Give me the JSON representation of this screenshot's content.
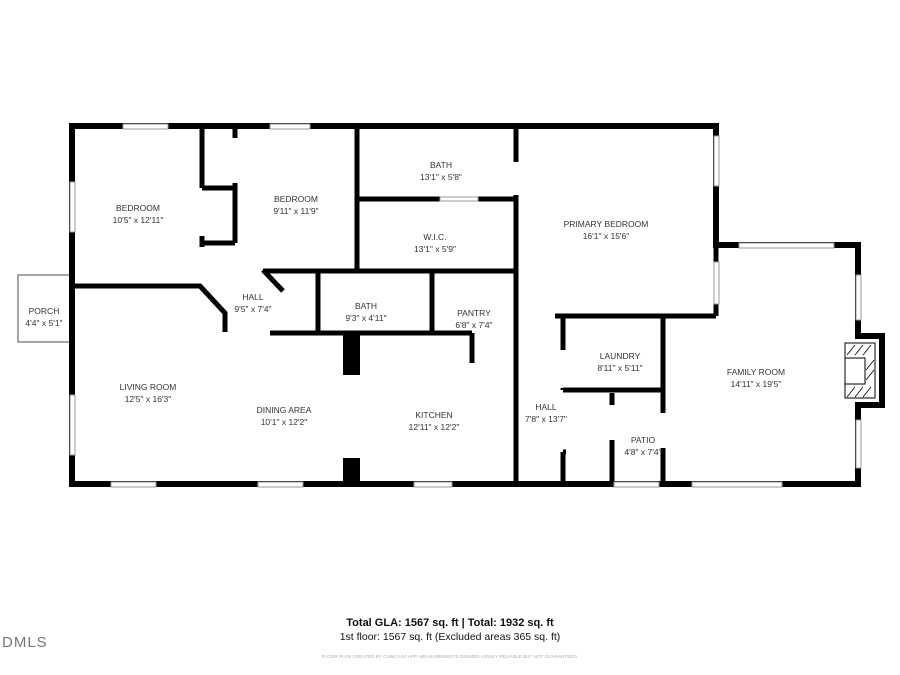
{
  "rooms": [
    {
      "name": "BEDROOM",
      "dims": "10'5\" x 12'11\""
    },
    {
      "name": "BEDROOM",
      "dims": "9'11\" x 11'9\""
    },
    {
      "name": "BATH",
      "dims": "13'1\" x 5'8\""
    },
    {
      "name": "W.I.C.",
      "dims": "13'1\" x 5'9\""
    },
    {
      "name": "PRIMARY BEDROOM",
      "dims": "16'1\" x 15'6\""
    },
    {
      "name": "PORCH",
      "dims": "4'4\" x 5'1\""
    },
    {
      "name": "HALL",
      "dims": "9'5\" x 7'4\""
    },
    {
      "name": "BATH",
      "dims": "9'3\" x 4'11\""
    },
    {
      "name": "PANTRY",
      "dims": "6'8\" x 7'4\""
    },
    {
      "name": "LAUNDRY",
      "dims": "8'11\" x 5'11\""
    },
    {
      "name": "FAMILY ROOM",
      "dims": "14'11\" x 19'5\""
    },
    {
      "name": "LIVING ROOM",
      "dims": "12'5\" x 16'3\""
    },
    {
      "name": "DINING AREA",
      "dims": "10'1\" x 12'2\""
    },
    {
      "name": "KITCHEN",
      "dims": "12'11\" x 12'2\""
    },
    {
      "name": "HALL",
      "dims": "7'8\" x 13'7\""
    },
    {
      "name": "PATIO",
      "dims": "4'8\" x 7'4\""
    }
  ],
  "footer": {
    "totals": "Total GLA: 1567 sq. ft | Total: 1932 sq. ft",
    "floor": "1st floor: 1567 sq. ft (Excluded areas 365 sq. ft)",
    "disclaimer": "FLOOR PLAN CREATED BY CUBICASA APP. MEASUREMENTS DEEMED HIGHLY RELIABLE BUT NOT GUARANTEED.",
    "logo": "DMLS"
  }
}
